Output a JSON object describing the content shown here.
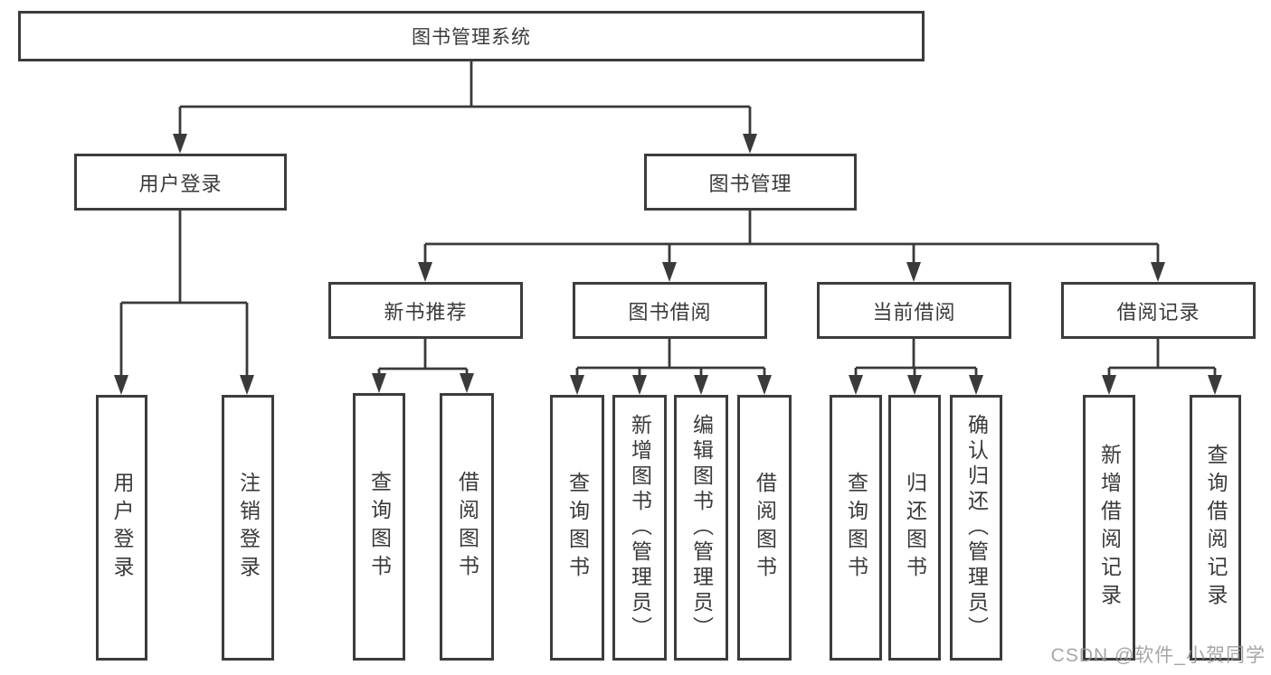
{
  "diagram": {
    "root": {
      "label": "图书管理系统"
    },
    "level2": {
      "user_login": {
        "label": "用户登录"
      },
      "book_management": {
        "label": "图书管理"
      }
    },
    "level3": {
      "new_book_recommend": {
        "label": "新书推荐"
      },
      "book_borrow": {
        "label": "图书借阅"
      },
      "current_borrow": {
        "label": "当前借阅"
      },
      "borrow_records": {
        "label": "借阅记录"
      }
    },
    "leaves": {
      "user_login_leaf": {
        "label": "用户登录"
      },
      "logout": {
        "label": "注销登录"
      },
      "nb_query_books": {
        "label": "查询图书"
      },
      "nb_borrow_books": {
        "label": "借阅图书"
      },
      "bb_query_books": {
        "label": "查询图书"
      },
      "bb_add_books": {
        "label": "新增图书（管理员）"
      },
      "bb_edit_books": {
        "label": "编辑图书（管理员）"
      },
      "bb_borrow_books": {
        "label": "借阅图书"
      },
      "cb_query_books": {
        "label": "查询图书"
      },
      "cb_return_books": {
        "label": "归还图书"
      },
      "cb_confirm_return": {
        "label": "确认归还（管理员）"
      },
      "br_add_record": {
        "label": "新增借阅记录"
      },
      "br_query_record": {
        "label": "查询借阅记录"
      }
    },
    "colors": {
      "line": "#3a3a3a",
      "background": "#ffffff",
      "watermark": "#969696"
    }
  },
  "watermark": {
    "text": "CSDN @软件_小贺同学"
  }
}
